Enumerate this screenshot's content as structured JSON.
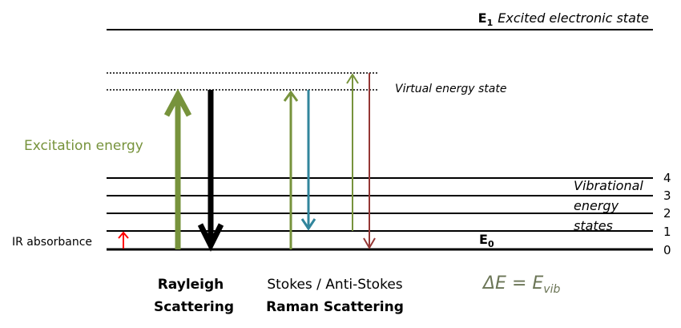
{
  "excited_state": {
    "symbol": "E",
    "subscript": "1",
    "label": "Excited electronic state"
  },
  "virtual_state_label": "Virtual energy state",
  "excitation_label": "Excitation energy",
  "ir_label": "IR absorbance",
  "vibrational_label": [
    "Vibrational",
    "energy",
    "states"
  ],
  "ground_state": {
    "symbol": "E",
    "subscript": "0"
  },
  "level_numbers": [
    "4",
    "3",
    "2",
    "1",
    "0"
  ],
  "rayleigh": [
    "Rayleigh",
    "Scattering"
  ],
  "raman_top": "Stokes  / Anti-Stokes",
  "raman_bottom": "Raman Scattering",
  "delta_e": {
    "lhs": "ΔE = E",
    "subscript": "vib"
  },
  "colors": {
    "green": "#77933c",
    "black": "#000000",
    "blue": "#31859c",
    "brown": "#953735",
    "red": "#ff0000",
    "formula": "#6b7556"
  }
}
